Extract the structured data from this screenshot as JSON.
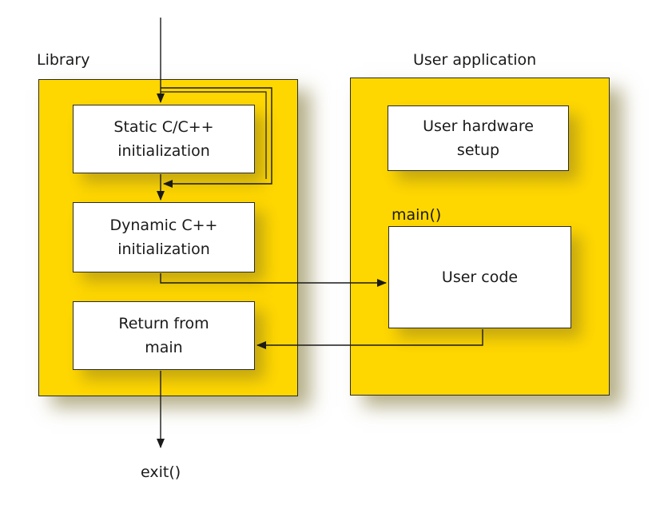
{
  "colors": {
    "container_fill": "#ffd700",
    "box_fill": "#ffffff",
    "stroke": "#1a1a1a"
  },
  "library": {
    "title": "Library",
    "static_init": "Static C/C++\ninitialization",
    "dynamic_init": "Dynamic C++\ninitialization",
    "return_from_main": "Return from\nmain"
  },
  "user_application": {
    "title": "User application",
    "hardware_setup": "User hardware\nsetup",
    "main_label": "main()",
    "user_code": "User code"
  },
  "exit_label": "exit()"
}
